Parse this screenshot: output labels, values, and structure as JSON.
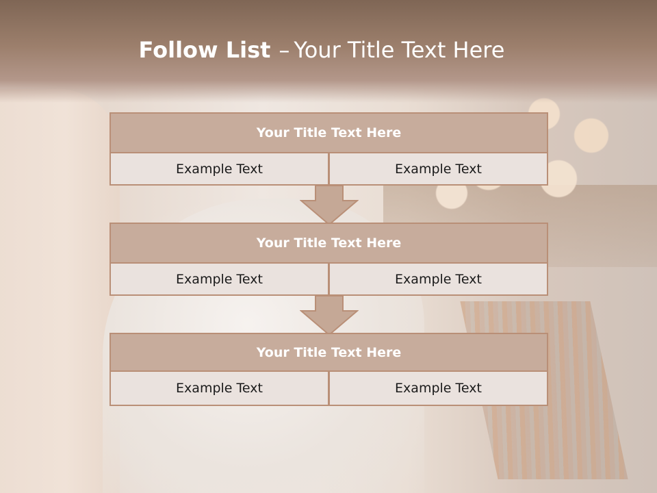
{
  "slide": {
    "title_bold": "Follow List",
    "title_dash": "–",
    "title_rest": "Your Title Text Here"
  },
  "steps": [
    {
      "title": "Your Title Text Here",
      "left_text": "Example Text",
      "right_text": "Example Text"
    },
    {
      "title": "Your Title Text Here",
      "left_text": "Example Text",
      "right_text": "Example Text"
    },
    {
      "title": "Your Title Text Here",
      "left_text": "Example Text",
      "right_text": "Example Text"
    }
  ],
  "colors": {
    "title_fill": "#c7ac9c",
    "cell_fill": "#eae2de",
    "border": "#b98f77",
    "arrow_fill": "#c5a896",
    "header_band": "#8e7462"
  },
  "icons": {
    "connector": "down-arrow-icon"
  }
}
